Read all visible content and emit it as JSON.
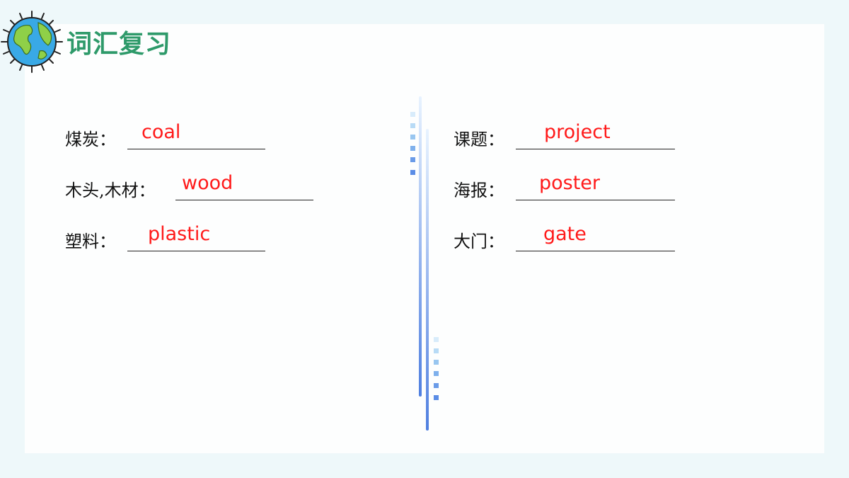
{
  "header": {
    "title": "词汇复习",
    "icon": "globe-icon"
  },
  "left_items": [
    {
      "label": "煤炭：",
      "answer": "coal"
    },
    {
      "label": "木头,木材：",
      "answer": "wood"
    },
    {
      "label": "塑料：",
      "answer": "plastic"
    }
  ],
  "right_items": [
    {
      "label": "课题：",
      "answer": "project"
    },
    {
      "label": "海报：",
      "answer": "poster"
    },
    {
      "label": "大门：",
      "answer": "gate"
    }
  ],
  "colors": {
    "title": "#2e9a6a",
    "answer": "#ff1a1a",
    "background": "#eef8fa",
    "divider": "#5b8de8"
  }
}
